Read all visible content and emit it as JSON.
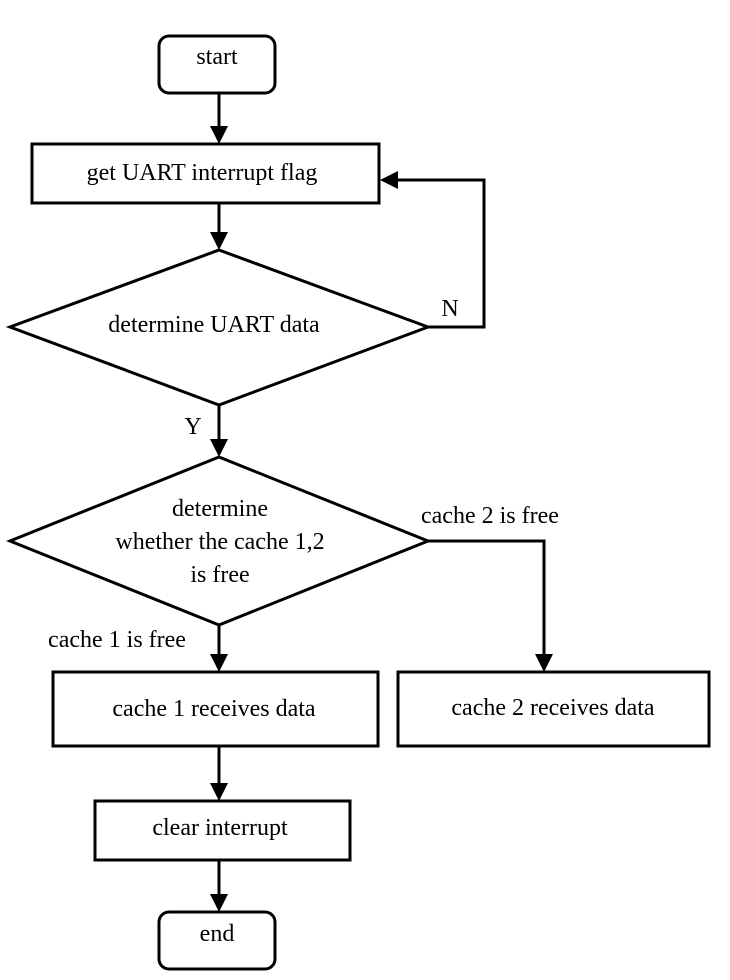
{
  "flowchart": {
    "nodes": {
      "start": "start",
      "get_flag": "get UART interrupt flag",
      "determine_data": "determine UART data",
      "determine_cache_lines": [
        "determine",
        "whether the cache 1,2",
        "is free"
      ],
      "cache1_receives": "cache 1 receives data",
      "cache2_receives": "cache 2 receives data",
      "clear_interrupt": "clear interrupt",
      "end": "end"
    },
    "edge_labels": {
      "no": "N",
      "yes": "Y",
      "cache1_free": "cache 1 is free",
      "cache2_free": "cache 2 is free"
    }
  }
}
